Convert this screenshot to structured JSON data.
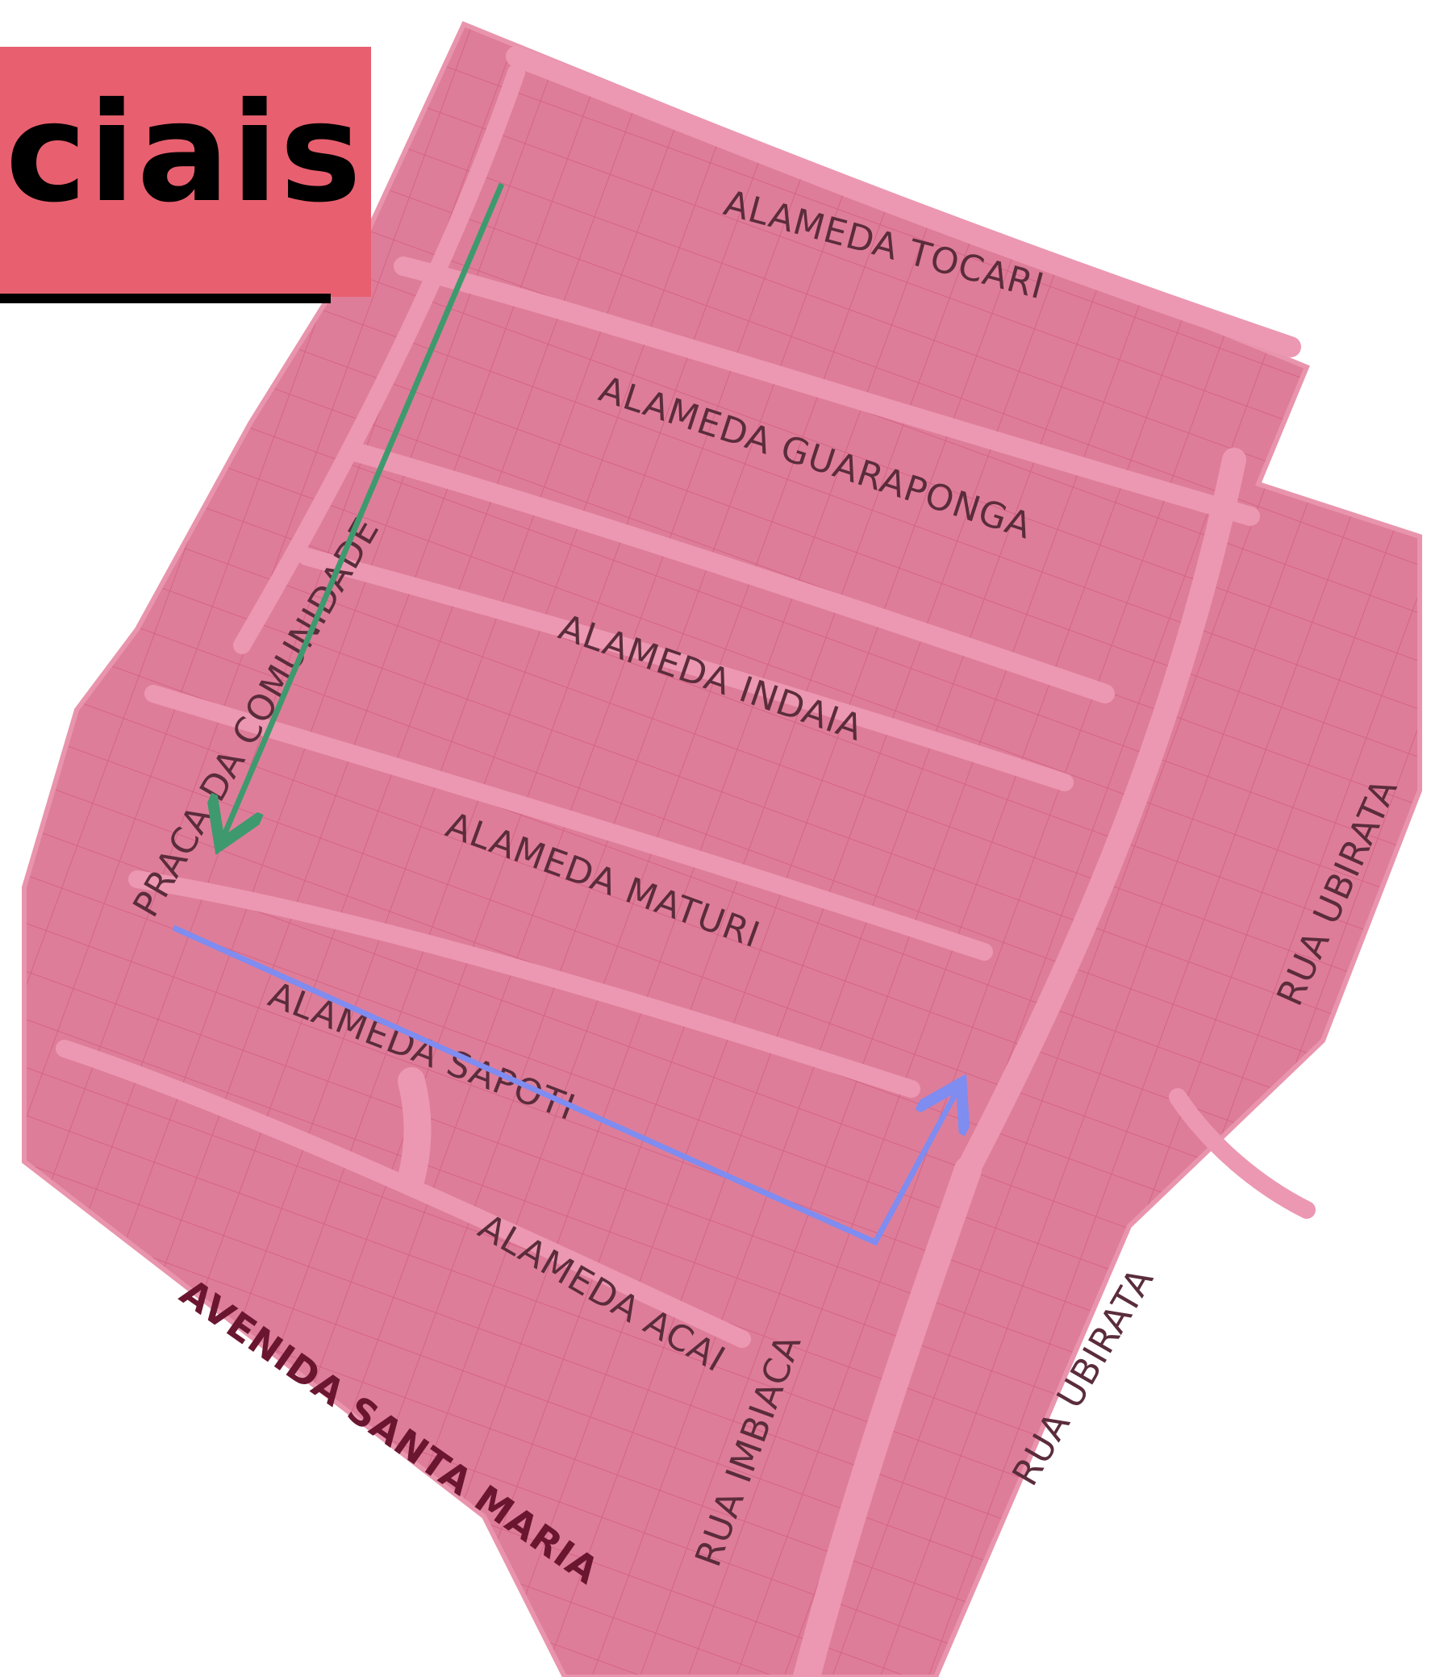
{
  "title": {
    "text": "ciais"
  },
  "colors": {
    "banner": "#e8606f",
    "map_fill": "#de7d99",
    "map_road": "#ec98b2",
    "lot_line": "#d05a7e",
    "route_green": "#3e9a6e",
    "route_blue": "#7f8cf0",
    "label": "#5a2c3c"
  },
  "map": {
    "streets": {
      "tocari": "ALAMEDA TOCARI",
      "guaraponga": "ALAMEDA GUARAPONGA",
      "indaia": "ALAMEDA INDAIA",
      "maturi": "ALAMEDA MATURI",
      "sapoti": "ALAMEDA SAPOTI",
      "acai": "ALAMEDA ACAI",
      "ubirata_top": "RUA UBIRATA",
      "ubirata_bottom": "RUA UBIRATA",
      "imbiaca": "RUA IMBIACA",
      "praca": "PRACA DA COMUNIDADE",
      "santa_maria": "AVENIDA SANTA MARIA"
    },
    "routes": [
      {
        "name": "green-route",
        "color": "#3e9a6e"
      },
      {
        "name": "blue-route",
        "color": "#7f8cf0"
      }
    ]
  }
}
